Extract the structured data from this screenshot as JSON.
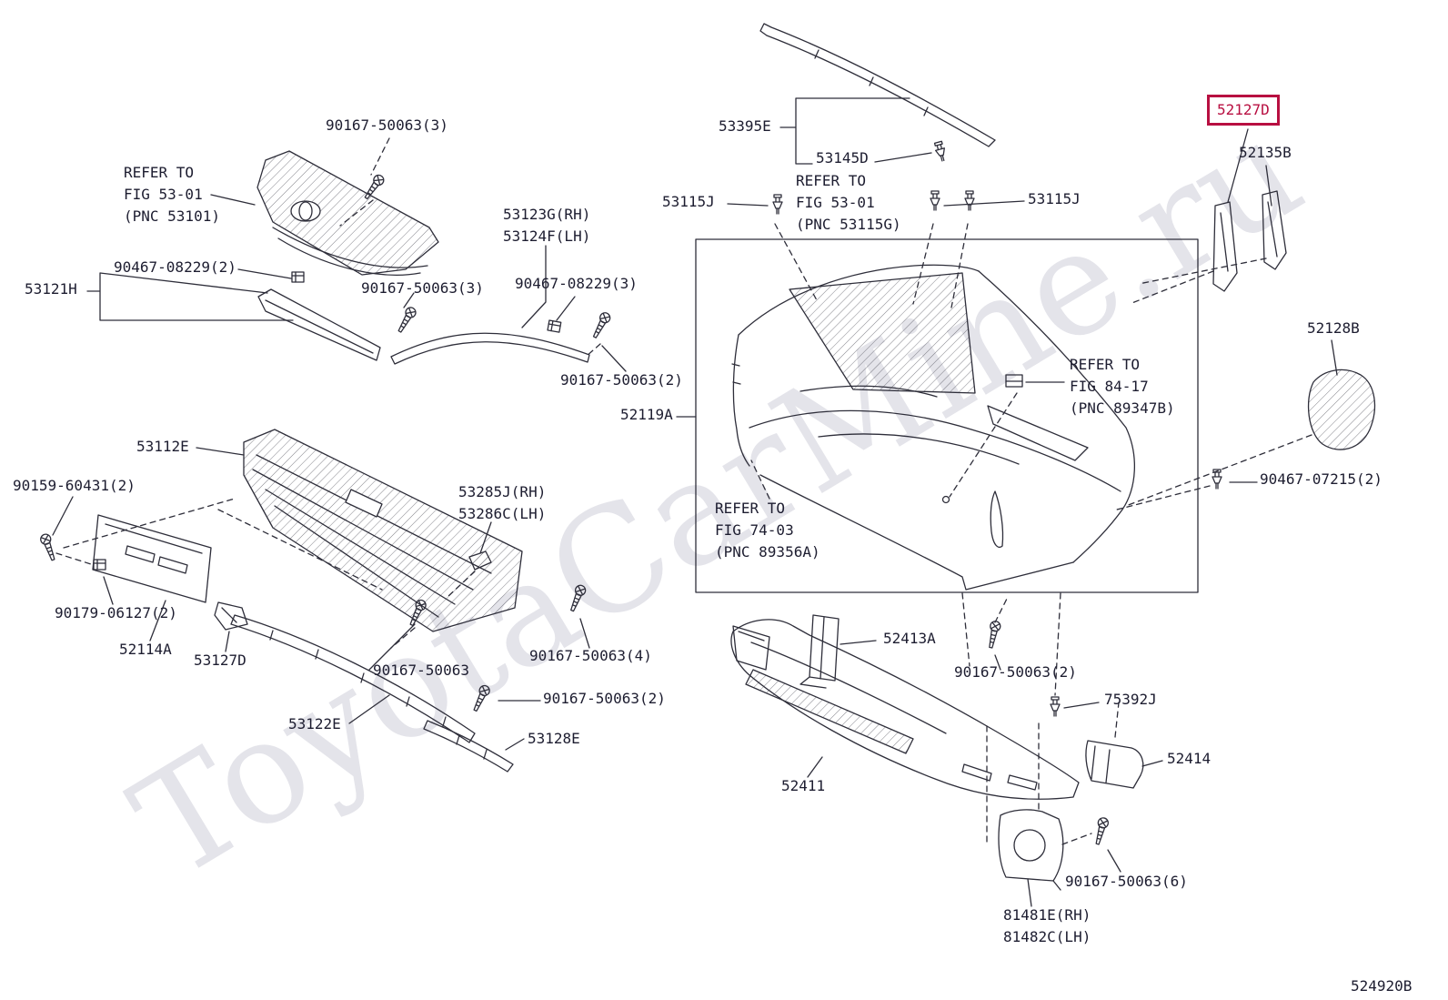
{
  "watermark": "ToyotaCarMine.ru",
  "diagram_code": "524920B",
  "colors": {
    "highlight": "#b80f41",
    "text": "#1d1d30",
    "line": "#2e2e3a",
    "watermark": "#e4e4ea"
  },
  "labels": {
    "bolt_top": "90167-50063(3)",
    "refer_53101": "REFER TO\nFIG 53-01\n(PNC 53101)",
    "p53121H": "53121H",
    "grommet2": "90467-08229(2)",
    "p53123G": "53123G(RH)\n53124F(LH)",
    "bolt_mid3": "90167-50063(3)",
    "grommet3": "90467-08229(3)",
    "bolt_2a": "90167-50063(2)",
    "p53112E": "53112E",
    "p90159": "90159-60431(2)",
    "p53285J": "53285J(RH)\n53286C(LH)",
    "p90179": "90179-06127(2)",
    "p52114A": "52114A",
    "p53127D": "53127D",
    "bolt_plain": "90167-50063",
    "p53122E": "53122E",
    "bolt_2b": "90167-50063(2)",
    "p53128E": "53128E",
    "bolt_4": "90167-50063(4)",
    "p53395E": "53395E",
    "p53145D": "53145D",
    "p53115J_left": "53115J",
    "refer_53115G": "REFER TO\nFIG 53-01\n(PNC 53115G)",
    "p53115J_right": "53115J",
    "p52127D": "52127D",
    "p52135B": "52135B",
    "p52128B": "52128B",
    "p52119A": "52119A",
    "refer_89347B": "REFER TO\nFIG 84-17\n(PNC 89347B)",
    "refer_89356A": "REFER TO\nFIG 74-03\n(PNC 89356A)",
    "p90467_07215": "90467-07215(2)",
    "p52413A": "52413A",
    "bolt_2c": "90167-50063(2)",
    "p75392J": "75392J",
    "p52414": "52414",
    "p52411": "52411",
    "bolt_6": "90167-50063(6)",
    "p81481E": "81481E(RH)\n81482C(LH)"
  }
}
